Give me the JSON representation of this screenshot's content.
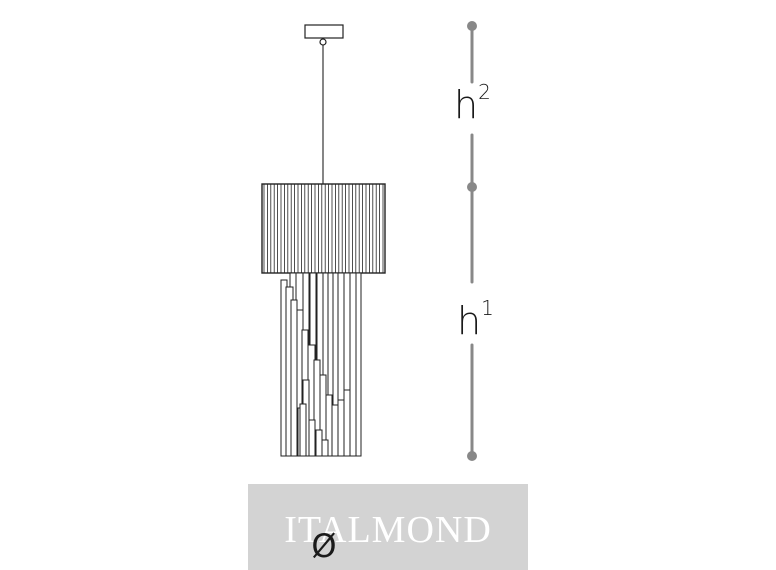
{
  "dimensions": {
    "h2_letter": "h",
    "h2_index": "2",
    "h1_letter": "h",
    "h1_index": "1",
    "diameter_symbol": "Ø"
  },
  "watermark": {
    "text": "ITALMOND"
  },
  "colors": {
    "line": "#222222",
    "dimension_line": "#888888",
    "watermark_bg": "#d3d3d3",
    "watermark_text": "#ffffff"
  }
}
